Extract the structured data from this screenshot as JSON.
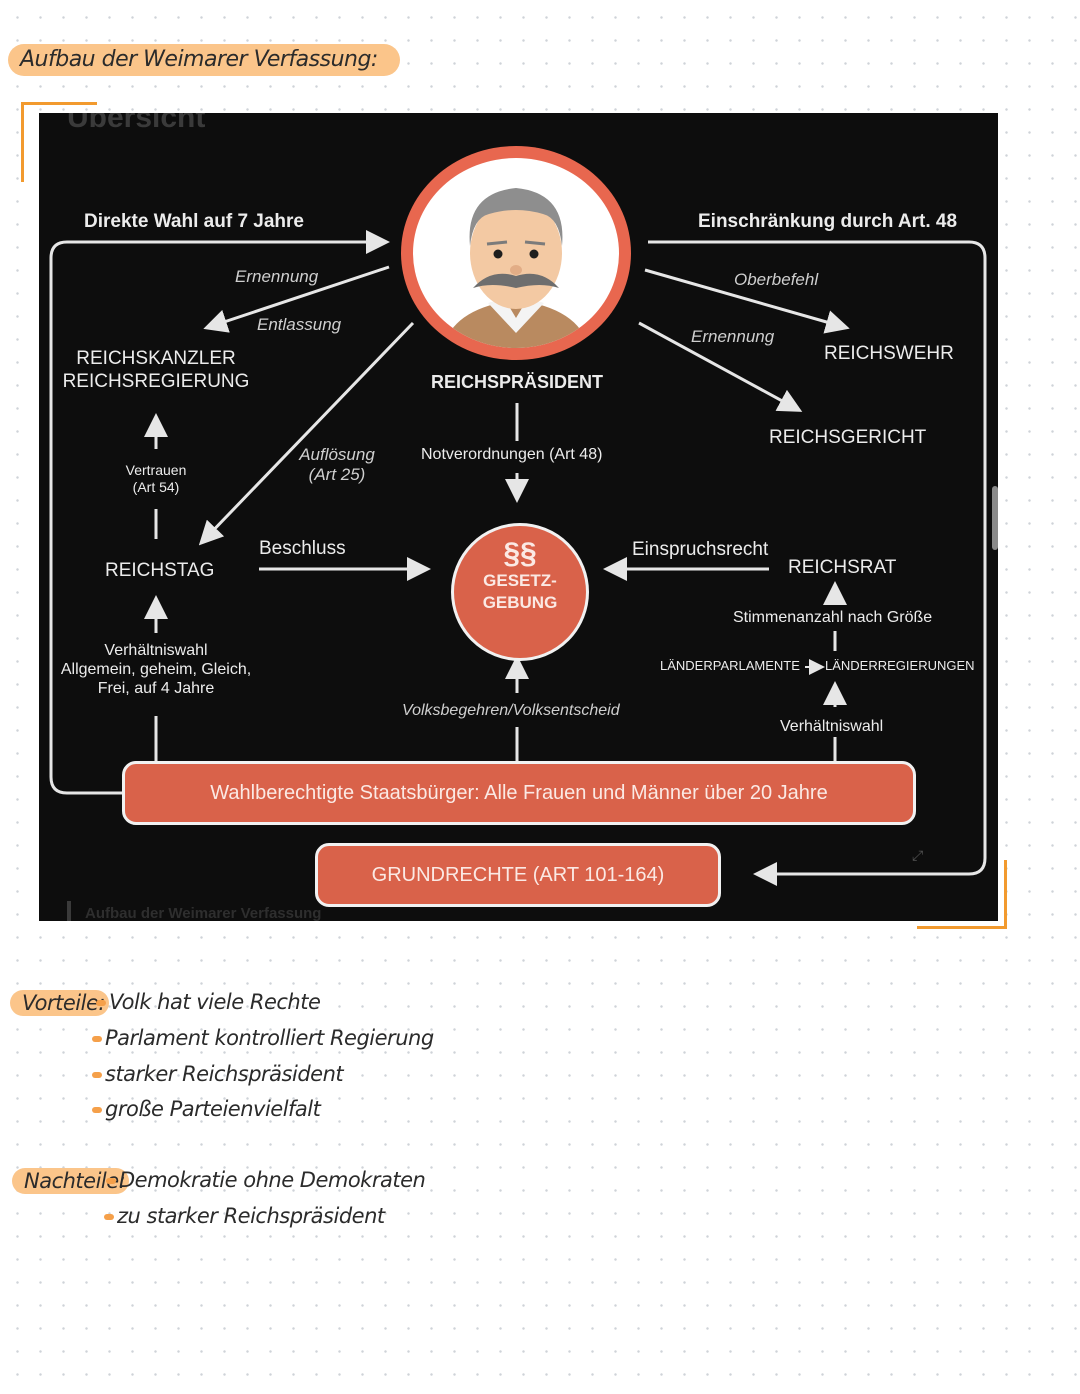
{
  "page": {
    "title": "Aufbau der Weimarer Verfassung:"
  },
  "diagram": {
    "header_faded": "Übersicht",
    "footer_faded": "Aufbau der Weimarer Verfassung",
    "president": "REICHSPRÄSIDENT",
    "direct_election": "Direkte Wahl auf 7 Jahre",
    "restriction": "Einschränkung durch Art. 48",
    "appointment_left": "Ernennung",
    "dismissal": "Entlassung",
    "chancellor_line1": "REICHSKANZLER",
    "chancellor_line2": "REICHSREGIERUNG",
    "supreme_command": "Oberbefehl",
    "appointment_right": "Ernennung",
    "reichswehr": "REICHSWEHR",
    "reichsgericht": "REICHSGERICHT",
    "confidence_line1": "Vertrauen",
    "confidence_line2": "(Art 54)",
    "dissolution_line1": "Auflösung",
    "dissolution_line2": "(Art 25)",
    "emergency_decrees": "Notverordnungen (Art 48)",
    "reichstag": "REICHSTAG",
    "resolution": "Beschluss",
    "legislation_symbol": "§§",
    "legislation": "GESETZ-\nGEBUNG",
    "objection": "Einspruchsrecht",
    "reichsrat": "REICHSRAT",
    "votes_by_size": "Stimmenanzahl nach Größe",
    "state_parliaments": "LÄNDERPARLAMENTE",
    "state_governments": "LÄNDERREGIERUNGEN",
    "proportional_right": "Verhältniswahl",
    "proportional_left": "Verhältniswahl",
    "election_principles_line1": "Allgemein, geheim, Gleich,",
    "election_principles_line2": "Frei, auf 4 Jahre",
    "referendum": "Volksbegehren/Volksentscheid",
    "citizens": "Wahlberechtigte Staatsbürger: Alle Frauen und Männer über 20 Jahre",
    "basic_rights": "GRUNDRECHTE (ART 101-164)"
  },
  "colors": {
    "accent_orange": "#d9624a",
    "highlight": "#fbc58a",
    "corner": "#f29a2e",
    "diagram_bg": "#0d0d0d"
  },
  "notes": {
    "advantages_label": "Vorteile:",
    "advantages": [
      "Volk hat viele Rechte",
      "Parlament kontrolliert Regierung",
      "starker Reichspräsident",
      "große Parteienvielfalt"
    ],
    "disadvantages_label": "Nachteile:",
    "disadvantages": [
      "Demokratie ohne Demokraten",
      "zu starker Reichspräsident"
    ]
  }
}
